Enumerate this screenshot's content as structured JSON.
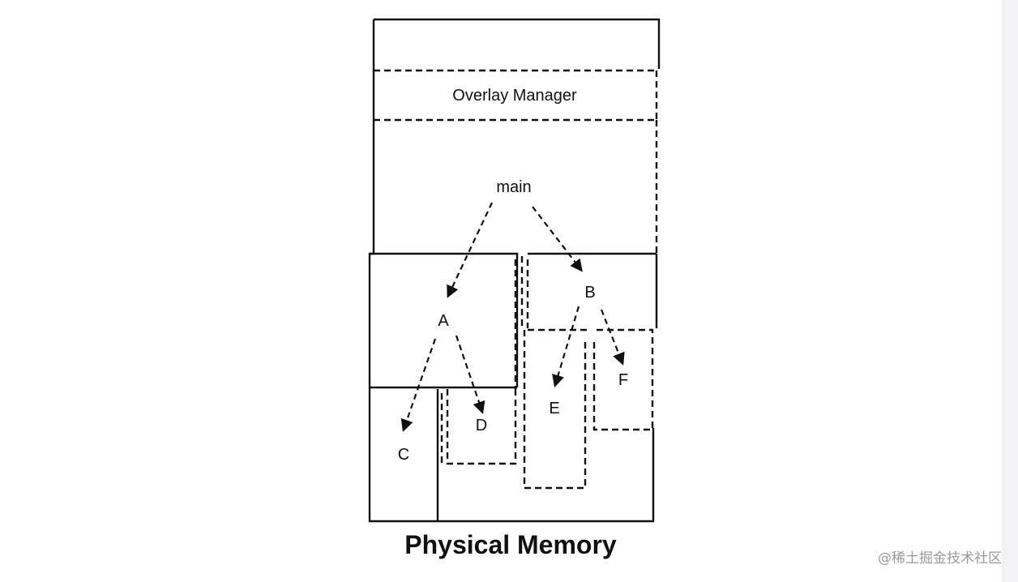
{
  "diagram": {
    "caption": "Physical Memory",
    "overlay_manager_label": "Overlay Manager",
    "nodes": {
      "main": "main",
      "a": "A",
      "b": "B",
      "c": "C",
      "d": "D",
      "e": "E",
      "f": "F"
    }
  },
  "watermark": "@稀土掘金技术社区",
  "colors": {
    "ink": "#111111",
    "background": "#ffffff",
    "watermark": "#9a9a9a"
  }
}
